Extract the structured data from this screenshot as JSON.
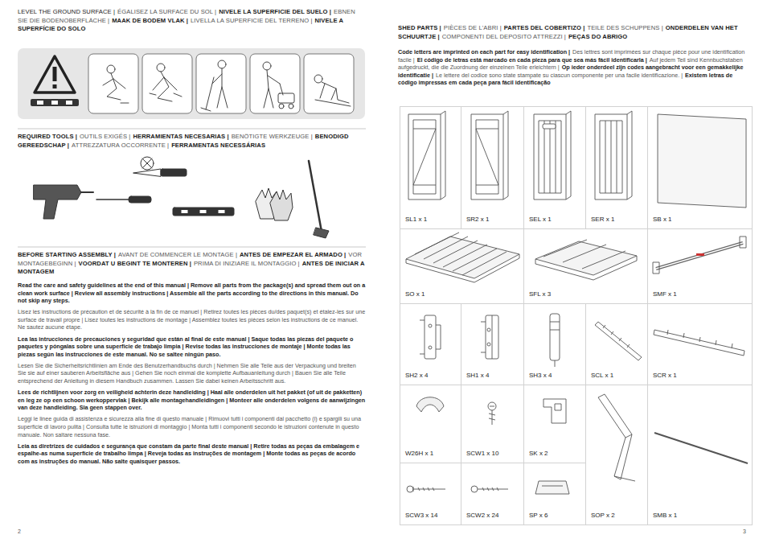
{
  "diagram": {
    "nodes": [
      {
        "text": [
          "SL1 x 1"
        ]
      },
      {
        "text": [
          "SR2 x 1"
        ]
      },
      {
        "text": [
          "SEL x 1"
        ]
      },
      {
        "text": [
          "SER x 1"
        ]
      },
      {
        "text": [
          "SB x 1"
        ]
      },
      {
        "text": [
          "SO x 1"
        ]
      },
      {
        "text": [
          "SFL x 3"
        ]
      },
      {
        "text": [
          "SMF x 1"
        ]
      },
      {
        "text": [
          "SH2 x 4"
        ]
      },
      {
        "text": [
          "SH1 x 4"
        ]
      },
      {
        "text": [
          "SH3 x 4"
        ]
      },
      {
        "text": [
          "SCL x 1"
        ]
      },
      {
        "text": [
          "SCR x 1"
        ]
      },
      {
        "text": [
          "W26H x 1"
        ]
      },
      {
        "text": [
          "SCW1 x 10"
        ]
      },
      {
        "text": [
          "SK x 2"
        ]
      },
      {
        "text": [
          "SOP x 2"
        ]
      },
      {
        "text": [
          "SMB x 1"
        ]
      },
      {
        "text": [
          "SCW3 x 14"
        ]
      },
      {
        "text": [
          "SCW2 x 24"
        ]
      },
      {
        "text": [
          "SP x 6"
        ]
      }
    ],
    "labels": [
      "LEVEL THE GROUND SURFACE |",
      "ÉGALISEZ LA SURFACE DU SOL |",
      "NIVELE LA SUPERFICIE DEL SUELO |",
      "EBNEN SIE DIE BODENOBERFLÄCHE |",
      "MAAK DE BODEM VLAK |",
      "LIVELLA LA SUPERFICIE DEL TERRENO |",
      "NIVELE A SUPERFÍCIE DO SOLO",
      "REQUIRED TOOLS |",
      "OUTILS EXIGÉS |",
      "HERRAMIENTAS NECESARIAS |",
      "BENÖTIGTE WERKZEUGE |",
      "BENODIGD GEREEDSCHAP |",
      "ATTREZZATURA OCCORRENTE |",
      "FERRAMENTAS NECESSÁRIAS",
      "BEFORE STARTING ASSEMBLY |",
      "AVANT DE COMMENCER LE MONTAGE |",
      "ANTES DE EMPEZAR EL ARMADO |",
      "VOR MONTAGEBEGINN |",
      "VOORDAT U BEGINT TE MONTEREN |",
      "PRIMA DI INIZIARE IL MONTAGGIO |",
      "ANTES DE INICIAR A MONTAGEM",
      "Read the care and safety guidelines at the end of this manual | Remove all parts from the package(s) and spread them out on a clean work surface | Review all assembly instructions | Assemble all the parts according to the directions in this manual. Do not skip any steps.",
      "Lisez les instructions de précaution et de sécurité à la fin de ce manuel | Retirez toutes les pièces du/des paquet(s) et étalez-les sur une surface de travail propre | Lisez toutes les instructions de montage | Assemblez toutes les pièces selon les instructions de ce manuel. Ne sautez aucune étape.",
      "Lea las intrucciones de precauciones y seguridad que están al final de este manual | Saque todas las piezas del paquete o paquetes y póngalas sobre una superficie de trabajo limpia | Revise todas las instrucciones de montaje | Monte todas las piezas según las instrucciones de este manual. No se saltee ningún paso.",
      "Lesen Sie die Sicherheitsrichtlinien am Ende des Benutzerhandbuchs durch | Nehmen Sie alle Teile aus der Verpackung und breiten Sie sie auf einer sauberen Arbeitsfläche aus | Gehen Sie noch einmal die komplette Aufbauanleitung durch | Bauen Sie alle Teile entsprechend der Anleitung in diesem Handbuch zusammen. Lassen Sie dabei keinen Arbeitsschritt aus.",
      "Lees de richtlijnen voor zorg en veiligheid achterin deze handleiding | Haal alle onderdelen uit het pakket (of uit de pakketten) en leg ze op een schoon werkoppervlak | Bekijk alle montagehandleidingen | Monteer alle onderdelen volgens de aanwijzingen van deze handleiding. Sla geen stappen over.",
      "Leggi le linee guida di assistenza e sicurezza alla fine di questo manuale | Rimuovi tutti i componenti dal pacchetto (i) e spargili su una superficie di lavoro pulita | Consulta tutte le istruzioni di montaggio | Monta tutti i componenti secondo le istruzioni contenute in questo manuale. Non saltare nessuna fase.",
      "Leia as diretrizes de cuidados e segurança que constam da parte final deste manual | Retire todas as peças da embalagem e espalhe-as numa superfície de trabalho limpa | Reveja todas as instruções de montagem | Monte todas as peças de acordo com as instruções do manual. Não salte quaisquer passos.",
      "2",
      "SHED PARTS |",
      "PIÈCES DE L'ABRI |",
      "PARTES DEL COBERTIZO |",
      "TEILE DES SCHUPPENS |",
      "ONDERDELEN VAN HET SCHUURTJE |",
      "COMPONENTI DEL DEPOSITO ATTREZZI |",
      "PEÇAS DO ABRIGO",
      "Code letters are imprinted on each part for easy identification |",
      "Des lettres sont imprimées sur chaque pièce pour une identification facile |",
      "El código de letras está marcado en cada pieza para que sea más fácil identificarla |",
      "Auf jedem Teil sind Kennbuchstaben aufgedruckt, die die Zuordnung der einzelnen Teile erleichtern |",
      "Op ieder onderdeel zijn codes aangebracht voor een gemakkelijke identificatie |",
      "Le lettere del codice sono state stampate su ciascun componente per una facile identificazione. |",
      "Existem letras de código impressas em cada peça para fácil identificação",
      "3"
    ]
  }
}
